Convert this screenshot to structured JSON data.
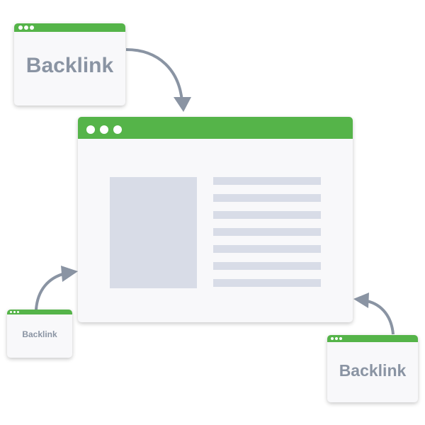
{
  "diagram": {
    "colors": {
      "titlebar": "#55b449",
      "window_body": "#f8f8fa",
      "placeholder": "#d8dce7",
      "arrow": "#8a94a3",
      "label": "#8a94a3"
    },
    "main_window": {
      "dots": 3,
      "text_lines": 7
    },
    "backlinks": [
      {
        "label": "Backlink"
      },
      {
        "label": "Backlink"
      },
      {
        "label": "Backlink"
      }
    ]
  }
}
